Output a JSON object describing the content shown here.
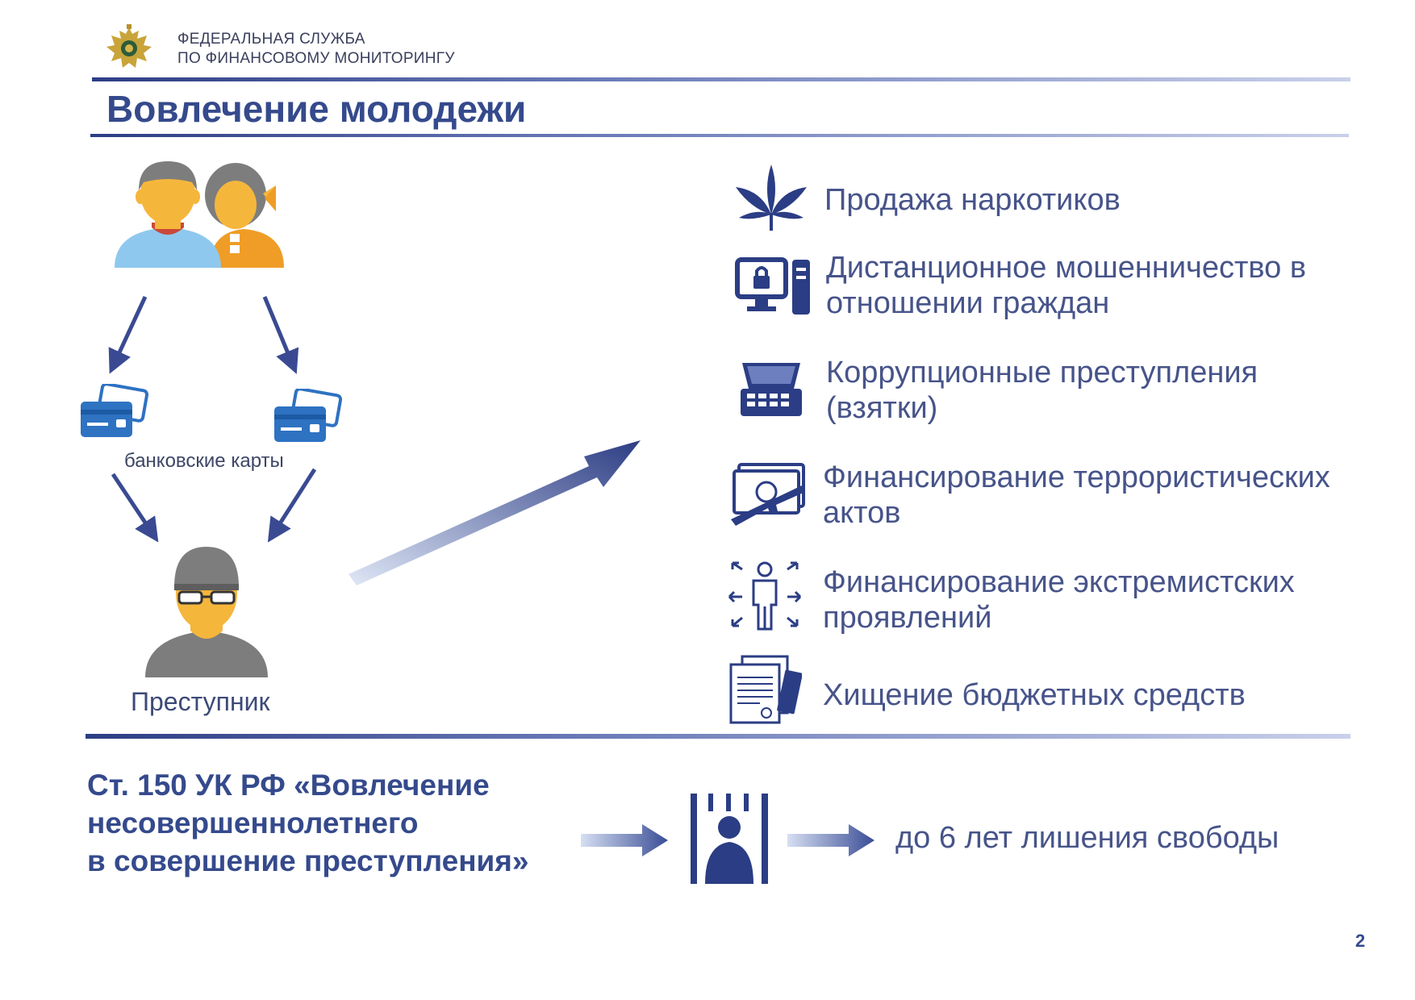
{
  "header": {
    "org_line1": "ФЕДЕРАЛЬНАЯ СЛУЖБА",
    "org_line2": "ПО ФИНАНСОВОМУ МОНИТОРИНГУ",
    "title": "Вовлечение молодежи"
  },
  "scheme": {
    "cards_label": "банковские карты",
    "criminal_label": "Преступник"
  },
  "crimes": [
    {
      "line1": "Продажа наркотиков",
      "line2": "",
      "icon": "cannabis-leaf-icon"
    },
    {
      "line1": "Дистанционное мошенничество в",
      "line2": "отношении граждан",
      "icon": "computer-lock-icon"
    },
    {
      "line1": "Коррупционные преступления",
      "line2": "(взятки)",
      "icon": "money-briefcase-icon"
    },
    {
      "line1": "Финансирование террористических",
      "line2": "актов",
      "icon": "money-rifle-icon"
    },
    {
      "line1": "Финансирование экстремистских",
      "line2": "проявлений",
      "icon": "person-arrows-icon"
    },
    {
      "line1": "Хищение бюджетных средств",
      "line2": "",
      "icon": "documents-money-icon"
    }
  ],
  "footer": {
    "article_line1": "Ст. 150 УК РФ «Вовлечение",
    "article_line2": "несовершеннолетнего",
    "article_line3": "в совершение преступления»",
    "penalty": "до 6 лет лишения свободы",
    "page_number": "2"
  },
  "colors": {
    "primary": "#354a8c",
    "skin": "#f5b63c",
    "shirt_blue": "#8fc8ee",
    "shirt_orange": "#ef9d26",
    "hair": "#7d7d7d",
    "card_blue": "#2e72c2"
  }
}
